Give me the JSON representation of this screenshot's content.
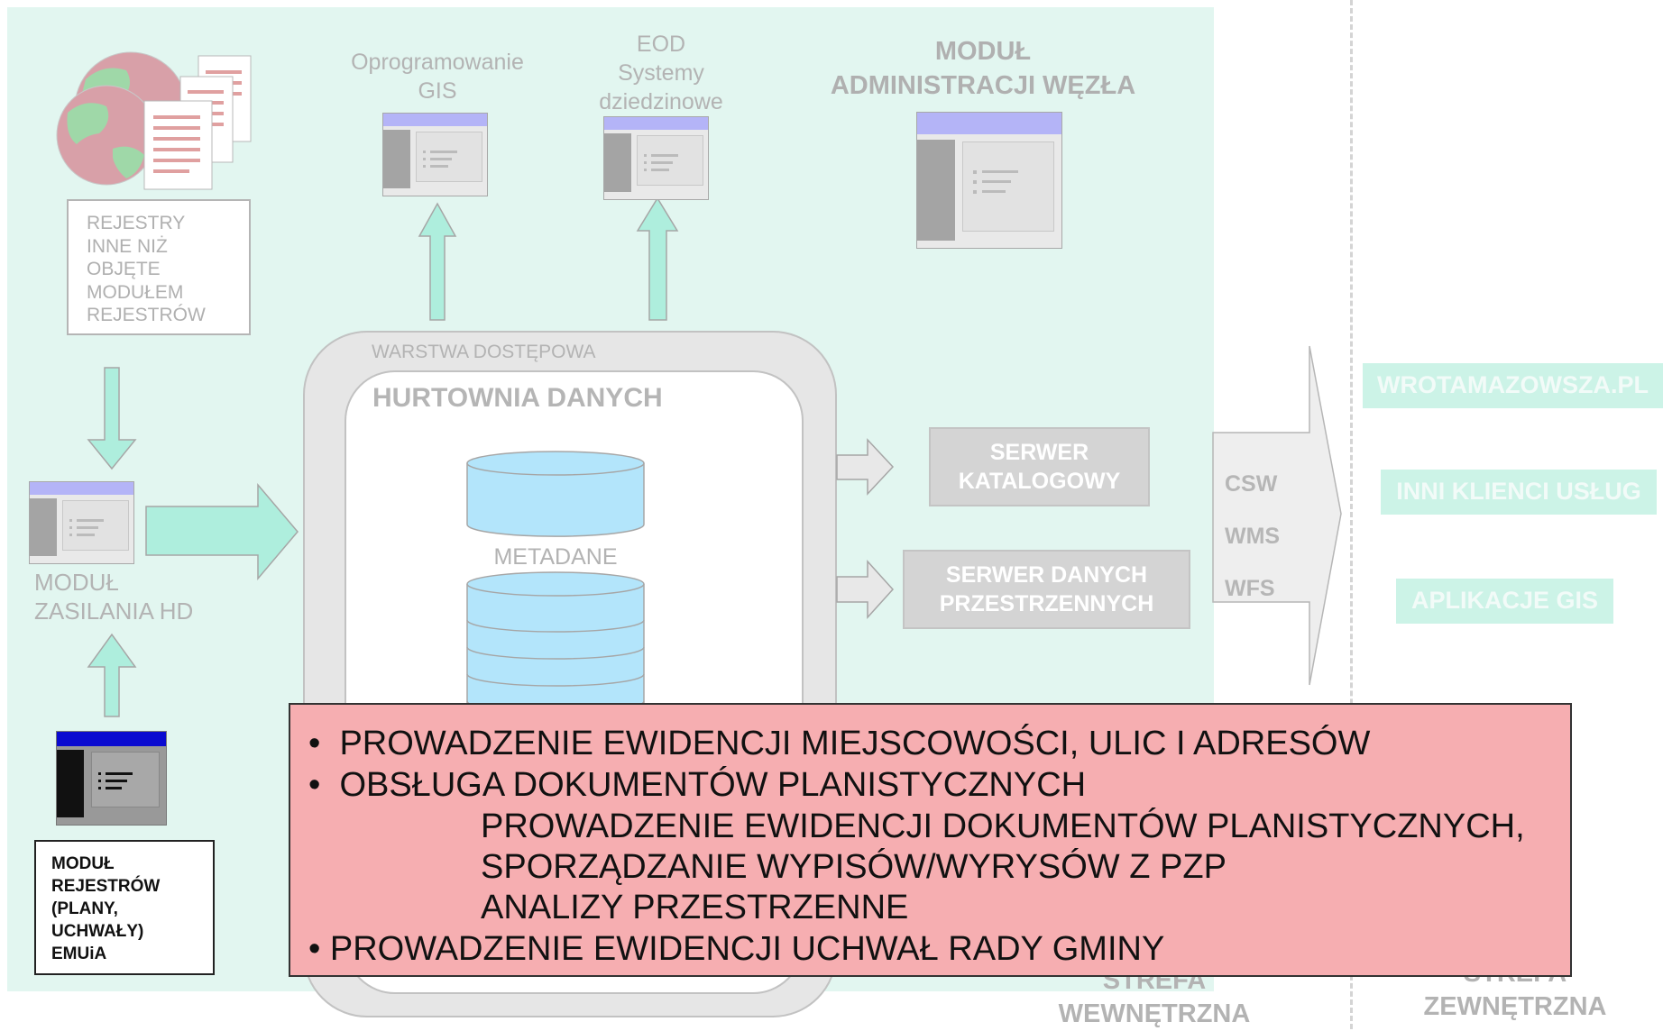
{
  "registers_box": {
    "lines": [
      "REJESTRY",
      "INNE NIŻ",
      "OBJĘTE",
      "MODUŁEM",
      "REJESTRÓW"
    ]
  },
  "gis_software": {
    "line1": "Oprogramowanie",
    "line2": "GIS"
  },
  "eod": {
    "line1": "EOD",
    "line2": "Systemy",
    "line3": "dziedzinowe"
  },
  "admin_module": {
    "line1": "MODUŁ",
    "line2": "ADMINISTRACJI WĘZŁA"
  },
  "access_layer": "WARSTWA DOSTĘPOWA",
  "data_warehouse": "HURTOWNIA DANYCH",
  "metadata_label": "METADANE",
  "feed_module": {
    "line1": "MODUŁ",
    "line2": "ZASILANIA HD"
  },
  "catalog_server": {
    "line1": "SERWER",
    "line2": "KATALOGOWY"
  },
  "spatial_server": {
    "line1": "SERWER DANYCH",
    "line2": "PRZESTRZENNYCH"
  },
  "protocols": [
    "CSW",
    "WMS",
    "WFS"
  ],
  "clients": [
    "WROTAMAZOWSZA.PL",
    "INNI KLIENCI USŁUG",
    "APLIKACJE GIS"
  ],
  "registers_module": {
    "lines": [
      "MODUŁ",
      "REJESTRÓW",
      "(PLANY,",
      "UCHWAŁY)",
      "EMUiA"
    ]
  },
  "zones": {
    "internal": {
      "line1": "STREFA",
      "line2": "WEWNĘTRZNA"
    },
    "external": {
      "line1": "STREFA",
      "line2": "ZEWNĘTRZNA"
    }
  },
  "note": {
    "bullet1": "PROWADZENIE EWIDENCJI MIEJSCOWOŚCI, ULIC I ADRESÓW",
    "bullet2": "OBSŁUGA DOKUMENTÓW PLANISTYCZNYCH",
    "sub1": "PROWADZENIE EWIDENCJI DOKUMENTÓW PLANISTYCZNYCH,",
    "sub2": "SPORZĄDZANIE WYPISÓW/WYRYSÓW Z PZP",
    "sub3": "ANALIZY PRZESTRZENNE",
    "bullet3": "PROWADZENIE EWIDENCJI UCHWAŁ RADY GMINY"
  },
  "colors": {
    "inner_zone": "#e2f6f0",
    "arrow_fill": "#aeeedd",
    "db_fill": "#b3e5fb",
    "note_fill": "#f6aeb1",
    "window_titlebar": "#b4b4f7",
    "active_window_titlebar": "#0a0ad0"
  }
}
